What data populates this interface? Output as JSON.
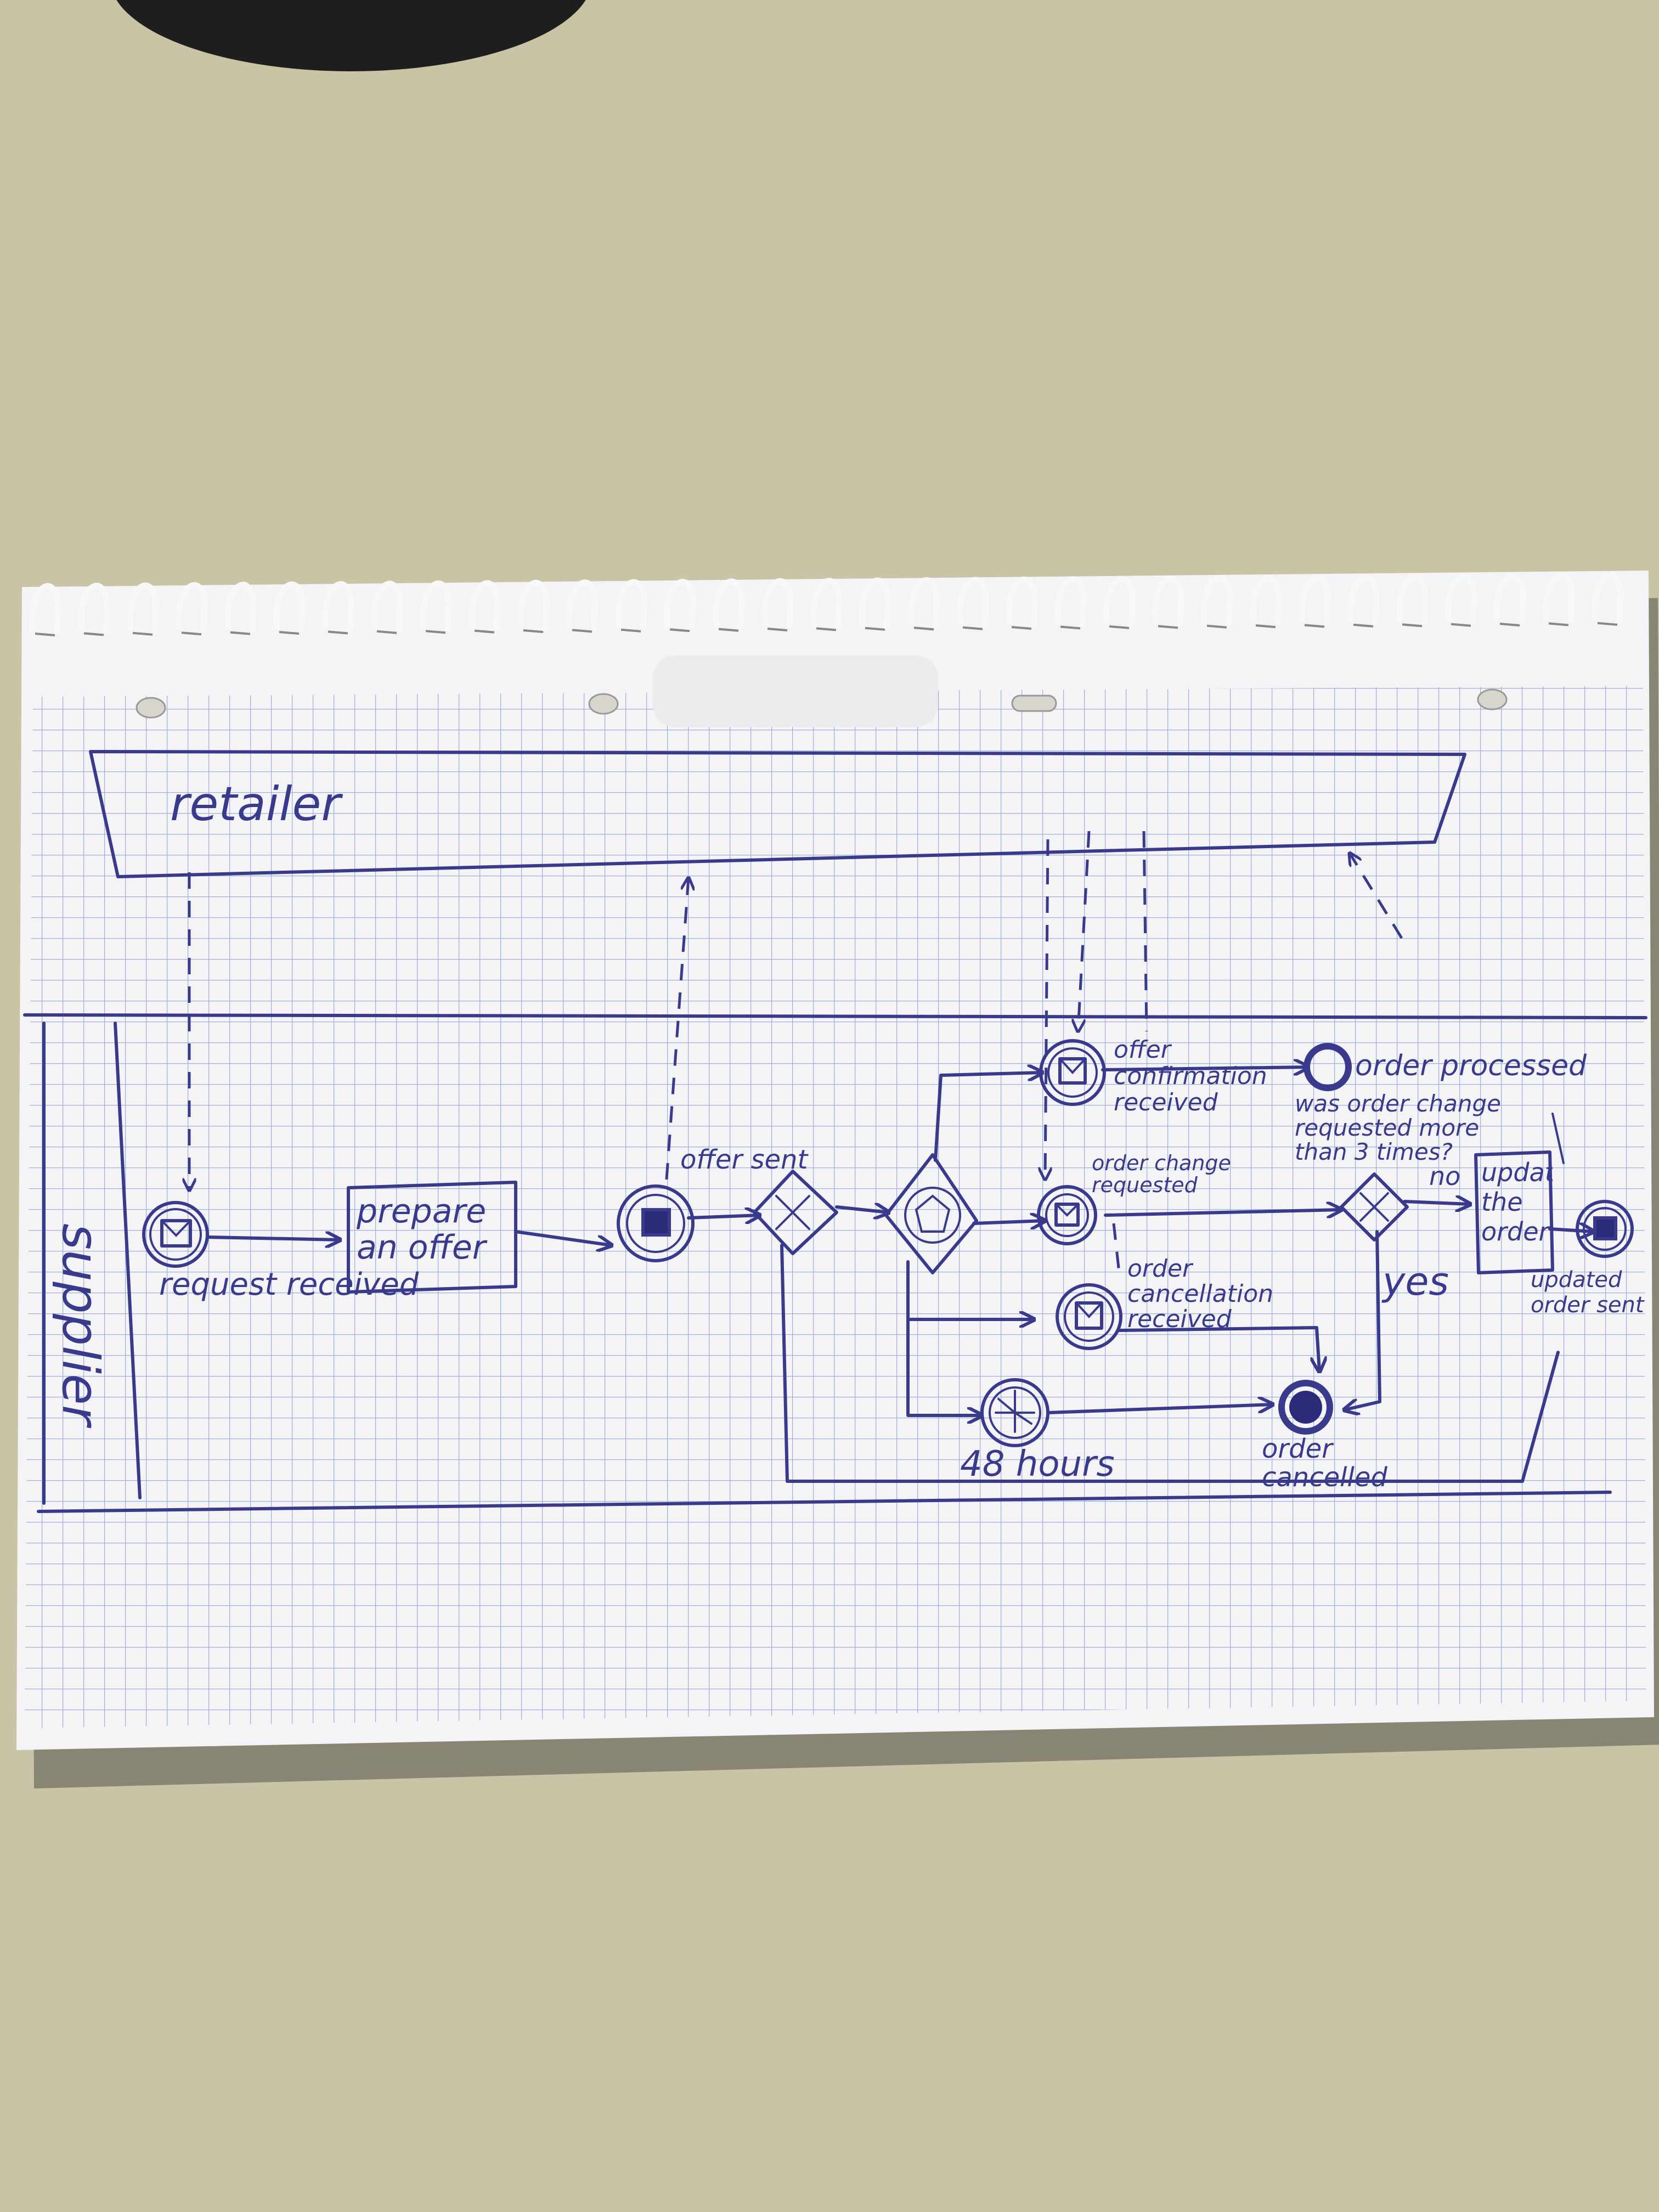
{
  "colors": {
    "desk": "#c9c4a6",
    "paper": "#f4f4f6",
    "grid": "#9fb0d8",
    "ink": "#3a3a8c",
    "shadow": "#2a2a2a"
  },
  "pools": {
    "retailer": "retailer",
    "supplier": "supplier"
  },
  "elements": {
    "request_received": "request received",
    "prepare_offer": "prepare an offer",
    "offer_sent": "offer sent",
    "offer_confirmation_received": "offer confirmation received",
    "order_processed": "order processed",
    "order_change_requested": "order change requested",
    "was_order_change_question": "was order change requested more than 3 times?",
    "no_label": "no",
    "yes_label": "yes",
    "update_order": "update the order",
    "updated_offer_sent": "updated order sent",
    "order_cancellation_received": "order cancellation received",
    "timer_48_hours": "48 hours",
    "order_cancelled": "order cancelled"
  },
  "icons": {
    "message_event": "envelope-icon",
    "timer_event": "clock-icon",
    "exclusive_gateway": "x-gateway-icon",
    "event_based_gateway": "pentagon-gateway-icon"
  }
}
